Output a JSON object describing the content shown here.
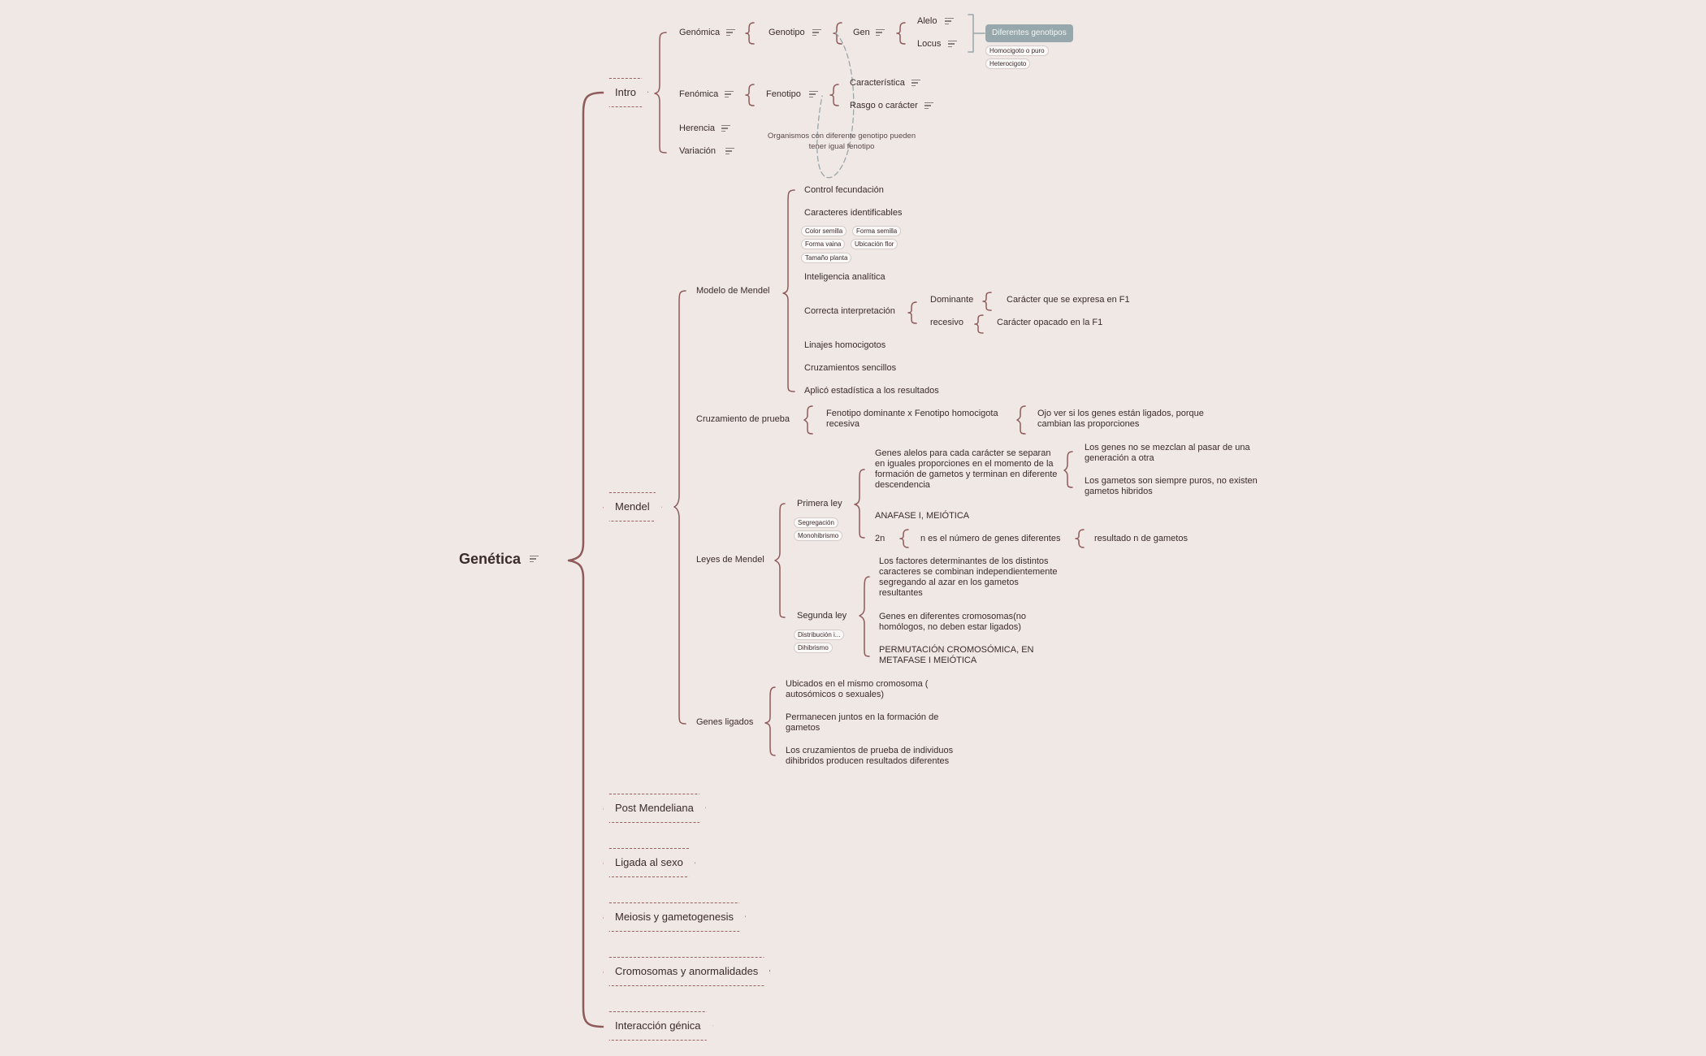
{
  "root": {
    "label": "Genética"
  },
  "categories": {
    "intro": "Intro",
    "mendel": "Mendel",
    "post": "Post Mendeliana",
    "sexo": "Ligada al sexo",
    "meiosis": "Meiosis y gametogenesis",
    "cromosomas": "Cromosomas y anormalidades",
    "interaccion": "Interacción génica"
  },
  "intro": {
    "genomica": "Genómica",
    "genotipo": "Genotipo",
    "gen": "Gen",
    "alelo": "Alelo",
    "locus": "Locus",
    "diferentes": "Diferentes genotipos",
    "label_homocigoto": "Homocigoto o puro",
    "label_heterocigoto": "Heterocigoto",
    "fenomica": "Fenómica",
    "fenotipo": "Fenotipo",
    "caracteristica": "Característica",
    "rasgo": "Rasgo o carácter",
    "herencia": "Herencia",
    "variacion": "Variación",
    "relationship": "Organismos con diferente genotipo pueden tener igual fenotipo"
  },
  "mendel": {
    "modelo": "Modelo de Mendel",
    "control": "Control fecundación",
    "caracteres": "Caracteres identificables",
    "labels_caracteres": [
      "Color semilla",
      "Forma semilla",
      "Forma vaina",
      "Ubicación flor",
      "Tamaño planta"
    ],
    "inteligencia": "Inteligencia analítica",
    "correcta": "Correcta interpretación",
    "dominante": "Dominante",
    "dominante_desc": "Carácter que se expresa en F1",
    "recesivo": "recesivo",
    "recesivo_desc": "Carácter opacado en la F1",
    "linajes": "Linajes homocigotos",
    "cruzamientos": "Cruzamientos sencillos",
    "aplico": "Aplicó estadística a los resultados",
    "cruzamiento_prueba": "Cruzamiento de prueba",
    "fenotipo_x": "Fenotipo dominante x Fenotipo homocigota recesiva",
    "ojo": "Ojo ver si los genes están ligados, porque cambian las proporciones",
    "leyes": "Leyes de Mendel",
    "primera": "Primera ley",
    "labels_primera": [
      "Segregación",
      "Monohibrismo"
    ],
    "genes_alelos": "Genes alelos para cada carácter se separan en iguales proporciones en el momento de la formación de gametos y terminan en diferente descendencia",
    "no_mezclan": "Los genes no se mezclan al pasar de una generación a otra",
    "gametos_puros": "Los gametos son siempre puros, no existen gametos hibridos",
    "anafase": "ANAFASE I, MEIÓTICA",
    "dos_n": "2n",
    "n_es": "n es el número de genes diferentes",
    "resultado": "resultado n de gametos",
    "segunda": "Segunda ley",
    "labels_segunda": [
      "Distribución i...",
      "Dihibrismo"
    ],
    "factores": "Los factores determinantes de los distintos caracteres se combinan independientemente segregando al azar en los gametos resultantes",
    "genes_diferentes": "Genes en diferentes cromosomas(no homólogos, no deben estar ligados)",
    "permutacion": "PERMUTACIÓN CROMOSÓMICA, EN METAFASE I MEIÓTICA",
    "ligados": "Genes ligados",
    "ubicados": "Ubicados en el mismo cromosoma ( autosómicos o sexuales)",
    "permanecen": "Permanecen juntos en la formación de gametos",
    "cruzamientos_prueba": "Los cruzamientos de prueba de individuos dihibridos producen resultados diferentes"
  }
}
